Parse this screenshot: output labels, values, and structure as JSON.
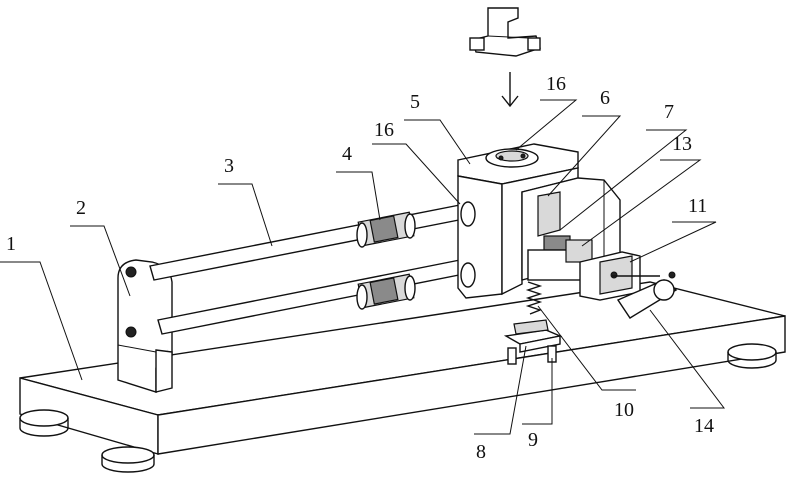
{
  "figure": {
    "callouts": [
      {
        "id": "1",
        "label": "1"
      },
      {
        "id": "2",
        "label": "2"
      },
      {
        "id": "3",
        "label": "3"
      },
      {
        "id": "4",
        "label": "4"
      },
      {
        "id": "5",
        "label": "5"
      },
      {
        "id": "16a",
        "label": "16"
      },
      {
        "id": "16b",
        "label": "16"
      },
      {
        "id": "6",
        "label": "6"
      },
      {
        "id": "7",
        "label": "7"
      },
      {
        "id": "13",
        "label": "13"
      },
      {
        "id": "11",
        "label": "11"
      },
      {
        "id": "10",
        "label": "10"
      },
      {
        "id": "8",
        "label": "8"
      },
      {
        "id": "9",
        "label": "9"
      },
      {
        "id": "14",
        "label": "14"
      }
    ]
  }
}
